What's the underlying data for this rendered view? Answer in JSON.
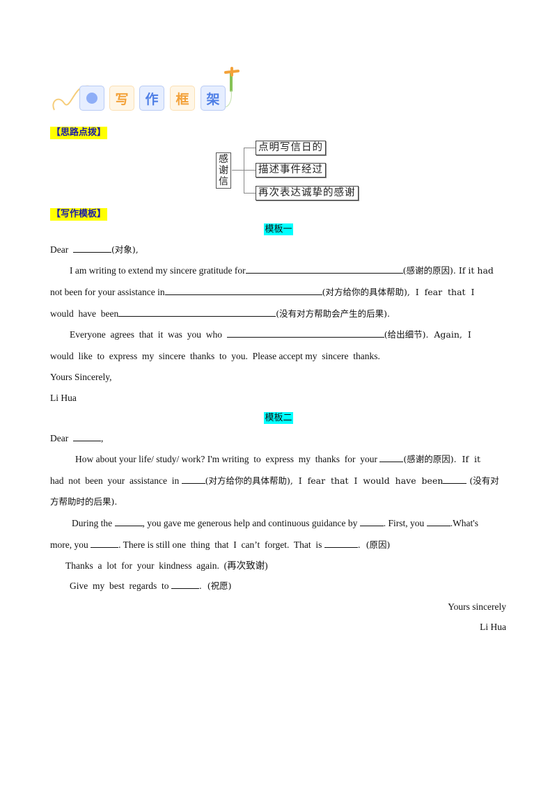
{
  "header": {
    "tiles": [
      {
        "type": "dot",
        "label": ""
      },
      {
        "type": "char",
        "label": "写"
      },
      {
        "type": "char",
        "label": "作"
      },
      {
        "type": "char",
        "label": "框"
      },
      {
        "type": "char",
        "label": "架"
      }
    ],
    "colors": {
      "blue_text": "#4f7fe6",
      "orange_text": "#f3a23a",
      "blue_bg": "#e6eeff",
      "orange_bg": "#fff6e6"
    }
  },
  "sections": {
    "hint_label": "【思路点拨】",
    "template_label": "【写作模板】"
  },
  "mindmap": {
    "root": [
      "感",
      "谢",
      "信"
    ],
    "branches": [
      "点明写信日的",
      "描述事件经过",
      "再次表达诚挚的感谢"
    ]
  },
  "template1": {
    "title": "模板一",
    "salutation": {
      "text": "Dear",
      "note": "(对象),"
    },
    "p1": {
      "l1_a": "I am writing to extend my sincere gratitude for",
      "l1_b": "(感谢的原因).  If it had",
      "l2_a": "not been for your assistance in",
      "l2_b": "(对方给你的具体帮助),  I  fear  that  I",
      "l3_a": "would  have  been",
      "l3_b": "(没有对方帮助会产生的后果)."
    },
    "p2": {
      "l1_a": "Everyone  agrees  that  it  was  you  who",
      "l1_b": "(给出细节).  Again,  I",
      "l2": "would  like  to  express  my  sincere  thanks  to  you.  Please accept my  sincere  thanks."
    },
    "closing": "Yours  Sincerely,",
    "signature": "Li Hua"
  },
  "template2": {
    "title": "模板二",
    "salutation": {
      "text": "Dear",
      "after": ","
    },
    "p1": {
      "l1_a": "How about your life/ study/ work? I'm writing  to  express  my  thanks  for  your",
      "l1_b": "(感谢的原因).  If  it",
      "l2_a": "had  not  been  your  assistance  in",
      "l2_b": "(对方给你的具体帮助),  I  fear  that  I  would  have  been",
      "l2_c": " (没有对",
      "l3": "方帮助时的后果)."
    },
    "p2": {
      "l1_a": "During the",
      "l1_b": ", you gave me generous help and continuous guidance by",
      "l1_c": ". First, you",
      "l1_d": ".What's",
      "l2_a": "more, you",
      "l2_b": ". There is still one  thing  that  I  can’t  forget.  That  is",
      "l2_c": ".  (原因)"
    },
    "thanks": "Thanks  a  lot  for  your  kindness  again.  (再次致谢)",
    "regards_a": "Give  my  best  regards  to",
    "regards_b": ".  (祝愿)",
    "closing": "Yours sincerely",
    "signature": "Li Hua"
  }
}
